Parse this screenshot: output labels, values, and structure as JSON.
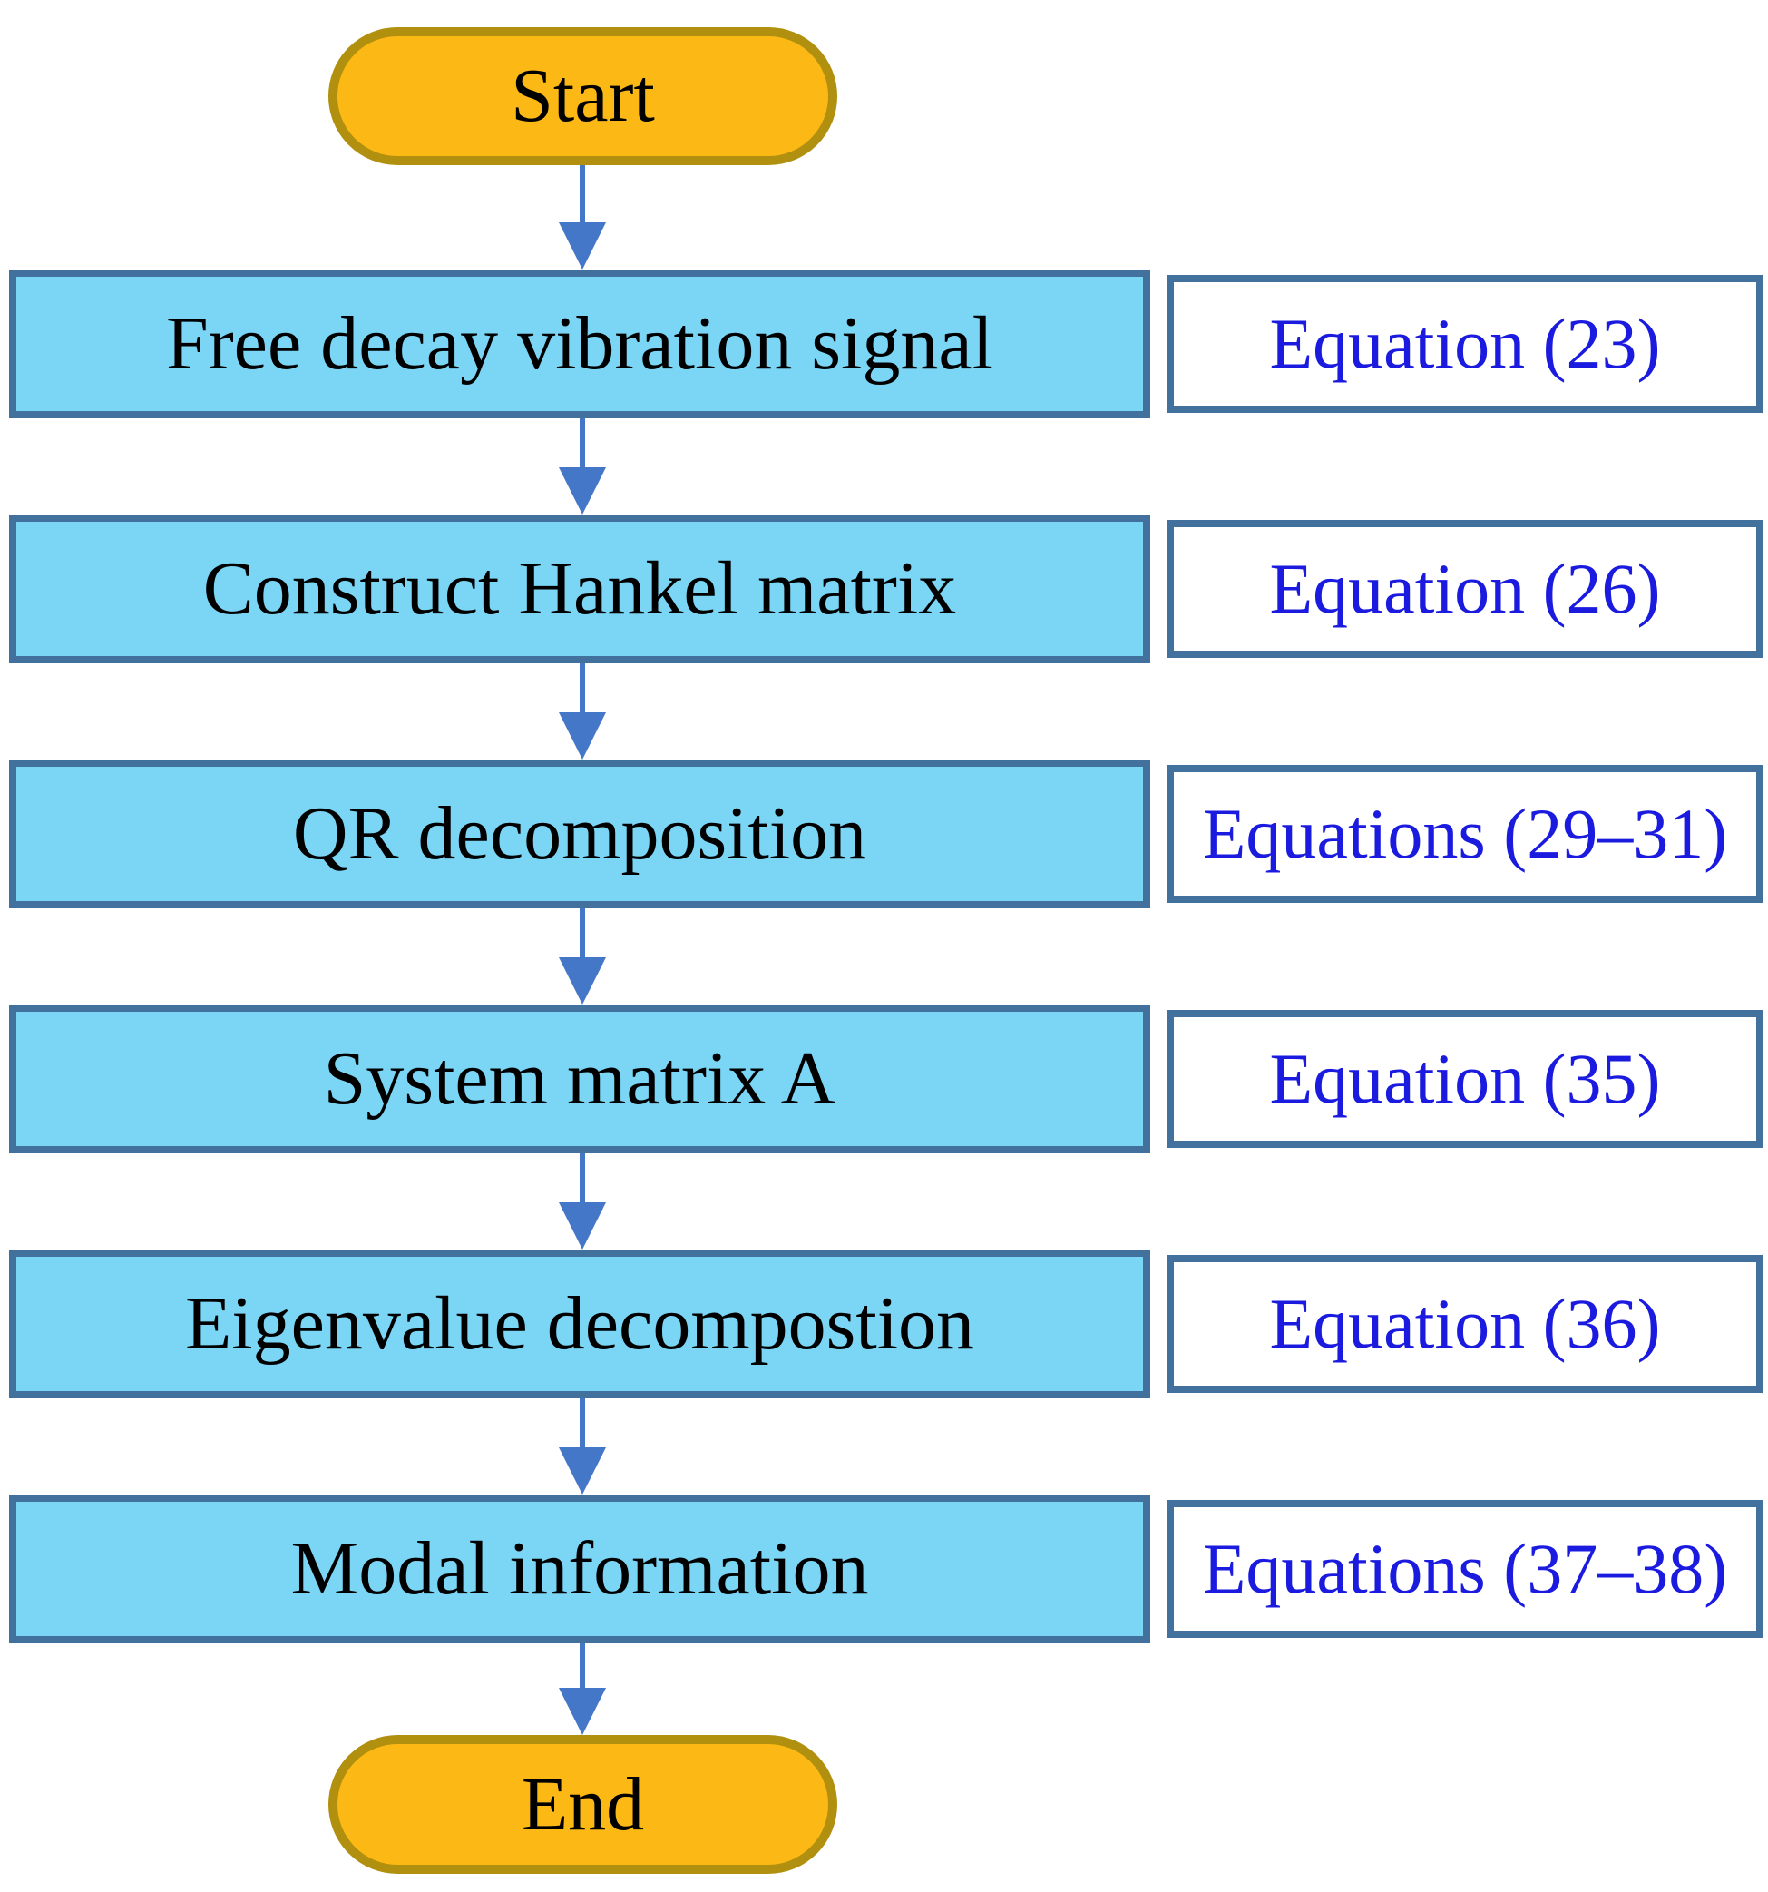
{
  "flowchart": {
    "start_label": "Start",
    "end_label": "End",
    "steps": [
      {
        "label": "Free decay vibration signal",
        "equation": "Equation (23)"
      },
      {
        "label": "Construct Hankel matrix",
        "equation": "Equation (26)"
      },
      {
        "label": "QR decomposition",
        "equation": "Equations (29–31)"
      },
      {
        "label": "System matrix A",
        "equation": "Equation (35)"
      },
      {
        "label": "Eigenvalue decompostion",
        "equation": "Equation (36)"
      },
      {
        "label": "Modal information",
        "equation": "Equations (37–38)"
      }
    ],
    "colors": {
      "process_fill": "#7BD5F5",
      "process_border": "#41719C",
      "equation_box_fill": "#FFFFFF",
      "equation_box_border": "#41719C",
      "equation_text": "#1B1BE0",
      "terminal_fill": "#FCB814",
      "terminal_border": "#B1900F",
      "arrow": "#4577C8",
      "label_text": "#000000"
    }
  }
}
